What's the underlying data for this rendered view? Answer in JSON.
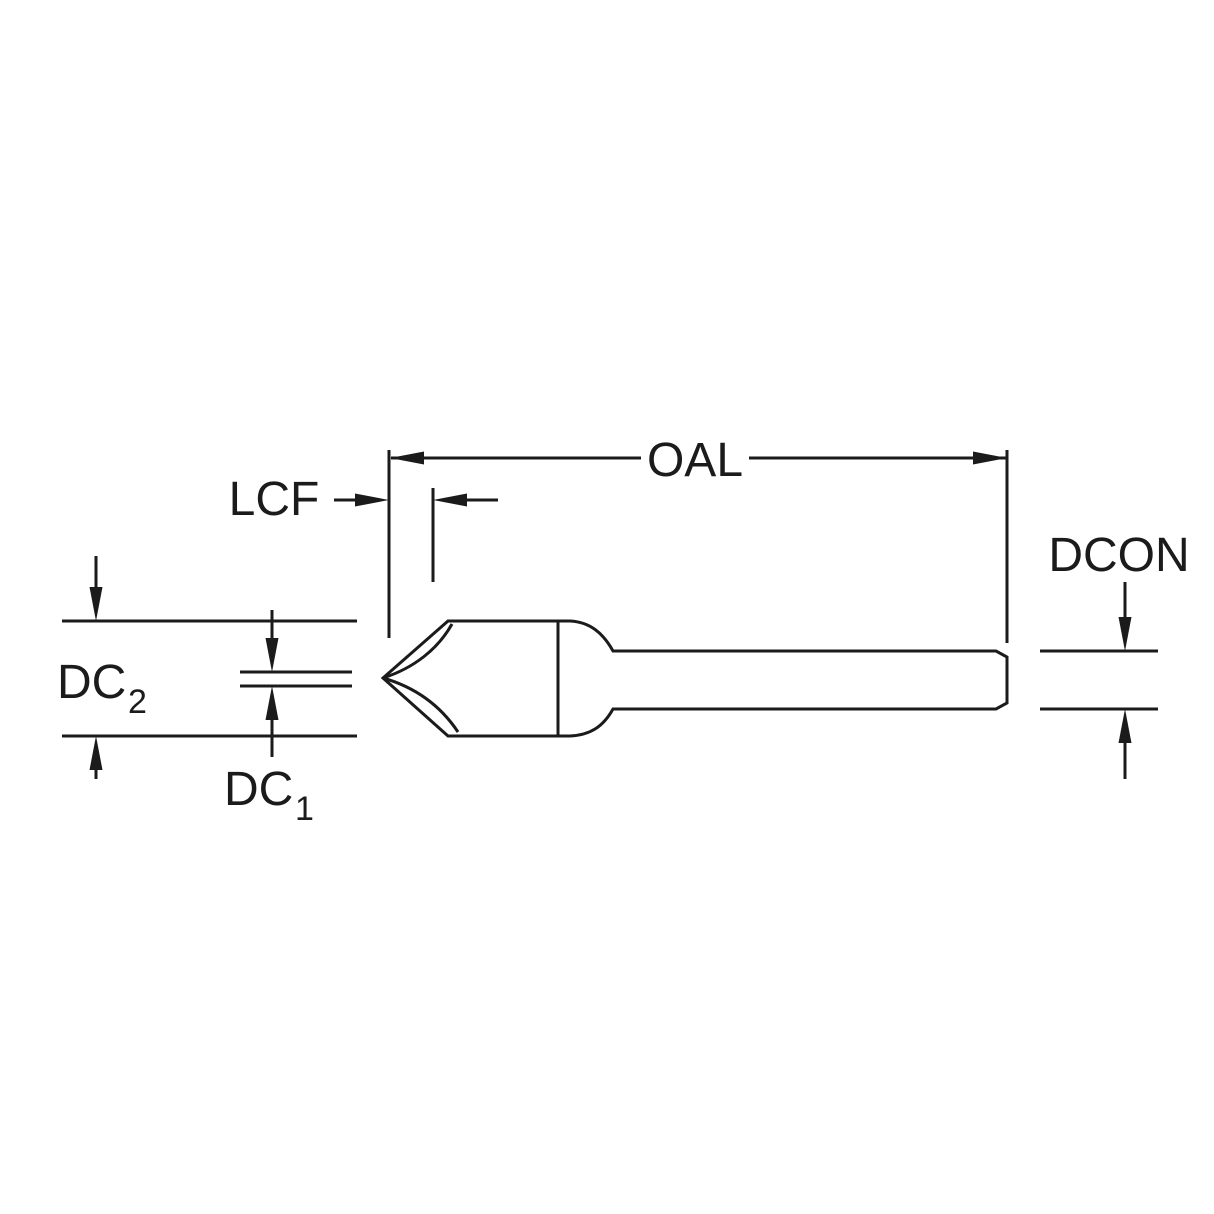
{
  "diagram": {
    "background": "#ffffff",
    "line_color": "#1b1b1b",
    "labels": {
      "oal": "OAL",
      "lcf": "LCF",
      "dcon": "DCON",
      "dc2_base": "DC",
      "dc2_sub": "2",
      "dc1_base": "DC",
      "dc1_sub": "1"
    }
  }
}
